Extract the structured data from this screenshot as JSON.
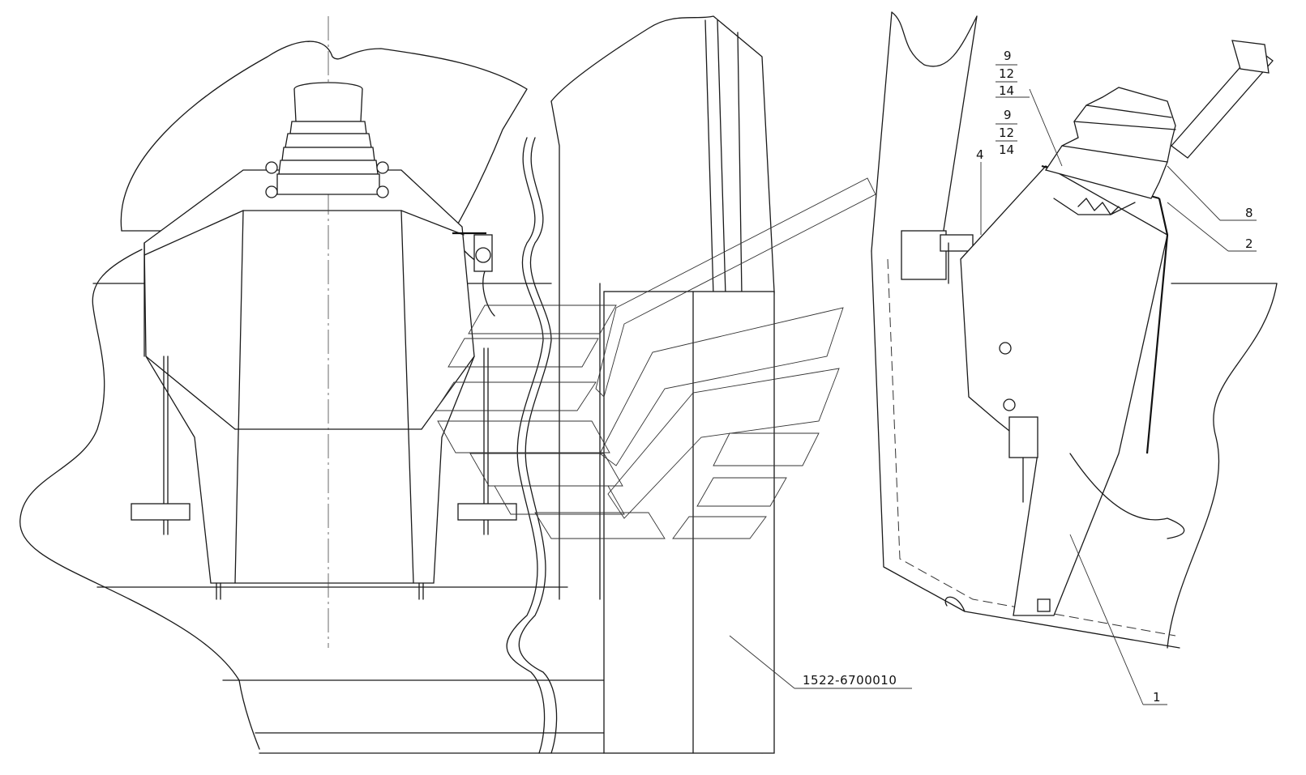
{
  "labels": {
    "callout_upper": [
      "9",
      "12",
      "14"
    ],
    "callout_lower": [
      "9",
      "12",
      "14"
    ],
    "part_4": "4",
    "part_8": "8",
    "part_2": "2",
    "part_1": "1",
    "assembly_code": "1522-6700010"
  }
}
